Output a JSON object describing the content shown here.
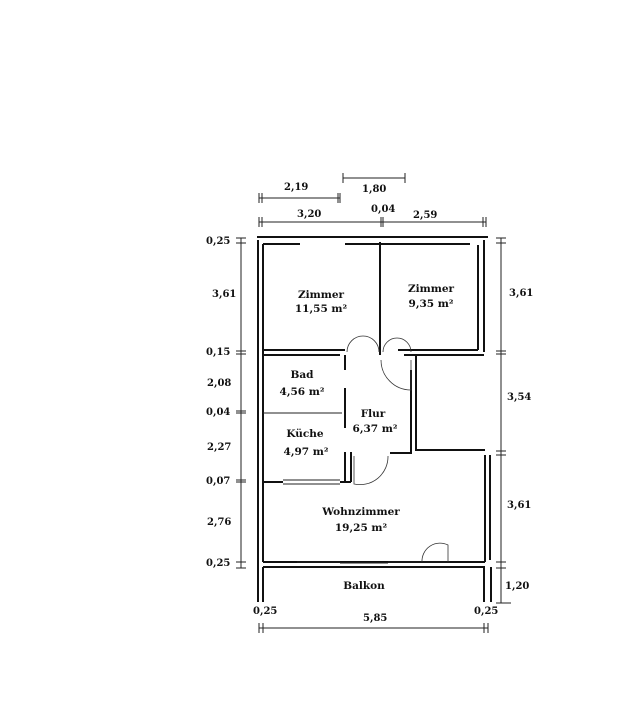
{
  "rooms": {
    "zimmer1": {
      "name": "Zimmer",
      "area": "11,55 m²"
    },
    "zimmer2": {
      "name": "Zimmer",
      "area": "9,35 m²"
    },
    "bad": {
      "name": "Bad",
      "area": "4,56 m²"
    },
    "kueche": {
      "name": "Küche",
      "area": "4,97 m²"
    },
    "flur": {
      "name": "Flur",
      "area": "6,37 m²"
    },
    "wohnzimmer": {
      "name": "Wohnzimmer",
      "area": "19,25 m²"
    },
    "balkon": {
      "name": "Balkon"
    }
  },
  "dimensions": {
    "top": [
      "2,19",
      "1,80",
      "3,20",
      "0,04",
      "2,59"
    ],
    "left": [
      "0,25",
      "3,61",
      "0,15",
      "2,08",
      "0,04",
      "2,27",
      "0,07",
      "2,76",
      "0,25"
    ],
    "right": [
      "3,61",
      "3,54",
      "3,61",
      "1,20"
    ],
    "bottom": [
      "0,25",
      "5,85",
      "0,25"
    ]
  }
}
